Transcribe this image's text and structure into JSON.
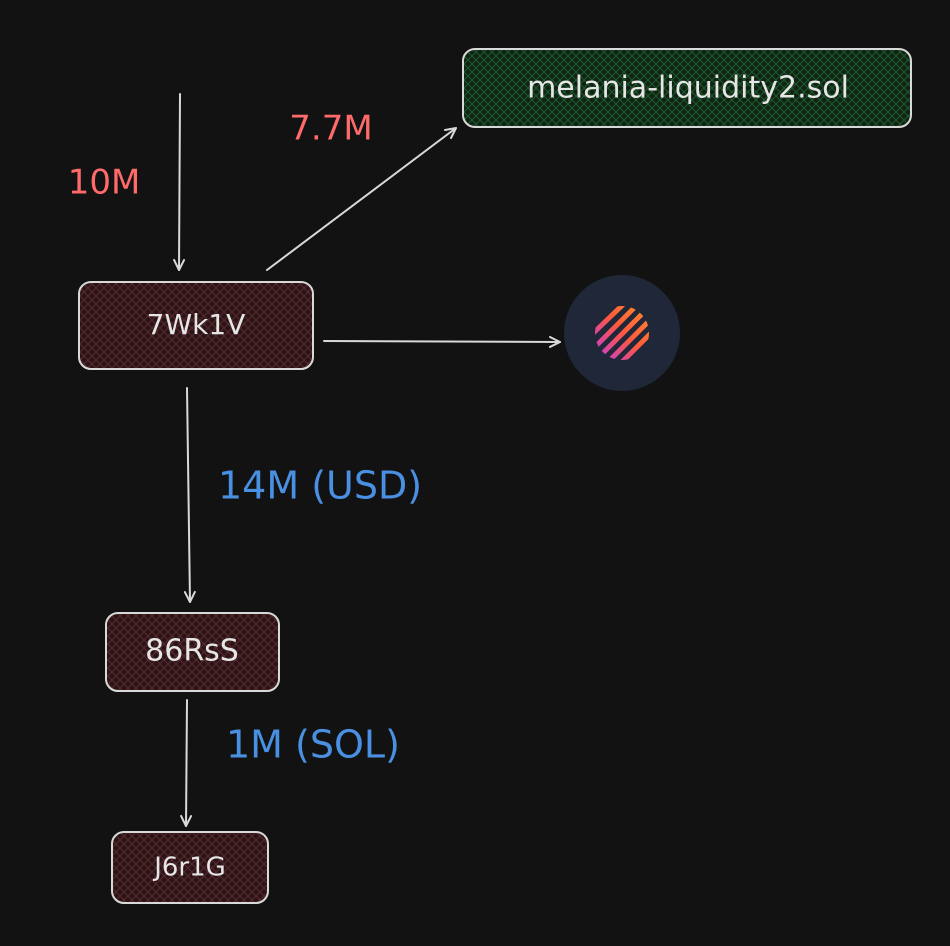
{
  "nodes": {
    "melania": {
      "label": "melania-liquidity2.sol"
    },
    "wk1v": {
      "label": "7Wk1V"
    },
    "rss": {
      "label": "86RsS"
    },
    "j6r1g": {
      "label": "J6r1G"
    }
  },
  "edges": {
    "incoming": {
      "label": "10M"
    },
    "to_melania": {
      "label": "7.7M"
    },
    "to_rss": {
      "label": "14M (USD)"
    },
    "to_j6r1g": {
      "label": "1M (SOL)"
    }
  },
  "icons": {
    "exchange": "jupiter-logo-icon"
  },
  "colors": {
    "background": "#121212",
    "red_label": "#ff6b6b",
    "blue_label": "#4a90e2",
    "red_node_fill": "#2a1416",
    "red_hatch": "#5a2a2e",
    "green_node_fill": "#0f2415",
    "green_hatch": "#1f5a2a",
    "stroke": "#d9d9d9"
  }
}
